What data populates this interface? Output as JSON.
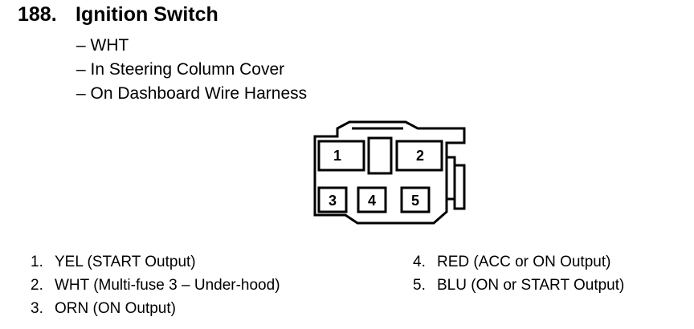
{
  "component": {
    "number": "188.",
    "name": "Ignition Switch"
  },
  "details": [
    "– WHT",
    "– In Steering Column Cover",
    "– On Dashboard Wire Harness"
  ],
  "connector": {
    "pin_labels": [
      "1",
      "2",
      "3",
      "4",
      "5"
    ]
  },
  "pins": [
    {
      "number": "1.",
      "description": "YEL (START Output)"
    },
    {
      "number": "2.",
      "description": "WHT (Multi-fuse 3 – Under-hood)"
    },
    {
      "number": "3.",
      "description": "ORN (ON Output)"
    },
    {
      "number": "4.",
      "description": "RED (ACC or ON Output)"
    },
    {
      "number": "5.",
      "description": "BLU (ON or START Output)"
    }
  ]
}
